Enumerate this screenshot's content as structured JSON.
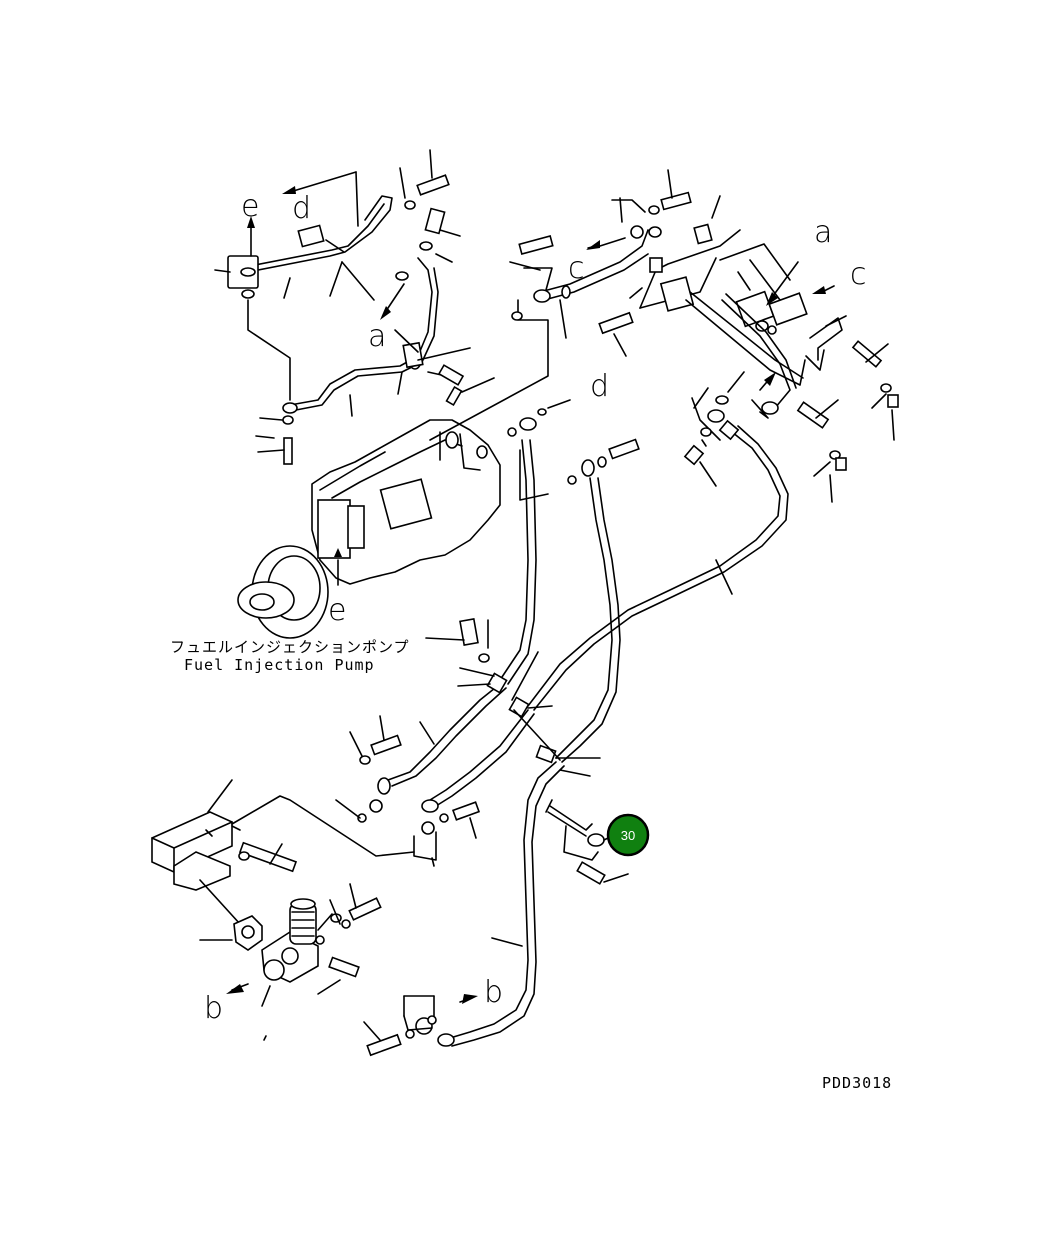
{
  "diagram": {
    "drawing_code": "PDD3018",
    "caption_jp": "フュエルインジェクションポンプ",
    "caption_en": "Fuel Injection Pump",
    "callout": {
      "label": "30",
      "fill": "#108010",
      "ring": "#000000"
    },
    "ref_letters": {
      "e_top": "e",
      "d_top": "d",
      "c_top": "c",
      "a_left": "a",
      "a_right": "a",
      "c_right": "c",
      "d_mid": "d",
      "e_bottom": "e",
      "b_left": "b",
      "b_bottom": "b"
    }
  }
}
